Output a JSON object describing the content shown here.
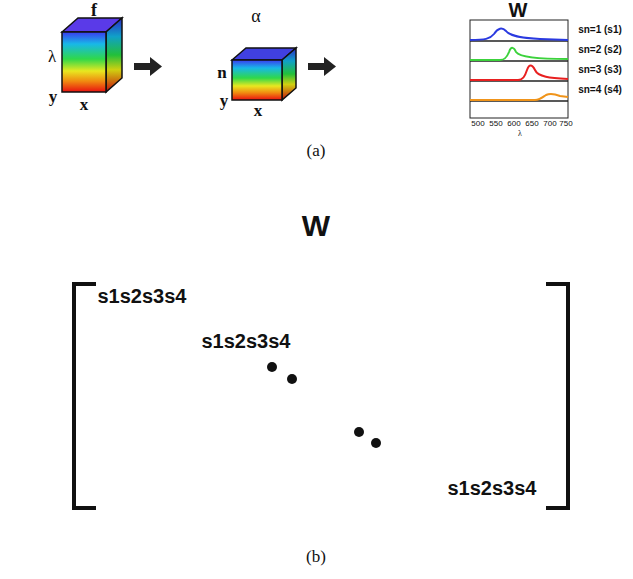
{
  "diagram": {
    "labels": [
      "f",
      "λ",
      "y",
      "x",
      "α",
      "n",
      "y",
      "x",
      "W",
      "500",
      "550",
      "600",
      "650",
      "700",
      "750",
      "λ",
      "sn=1 (s1)",
      "sn=2 (s2)",
      "sn=3 (s3)",
      "sn=4 (s4)",
      "(a)",
      "W",
      "s1s2s3s4",
      "s1s2s3s4",
      "s1s2s3s4",
      "(b)"
    ]
  }
}
